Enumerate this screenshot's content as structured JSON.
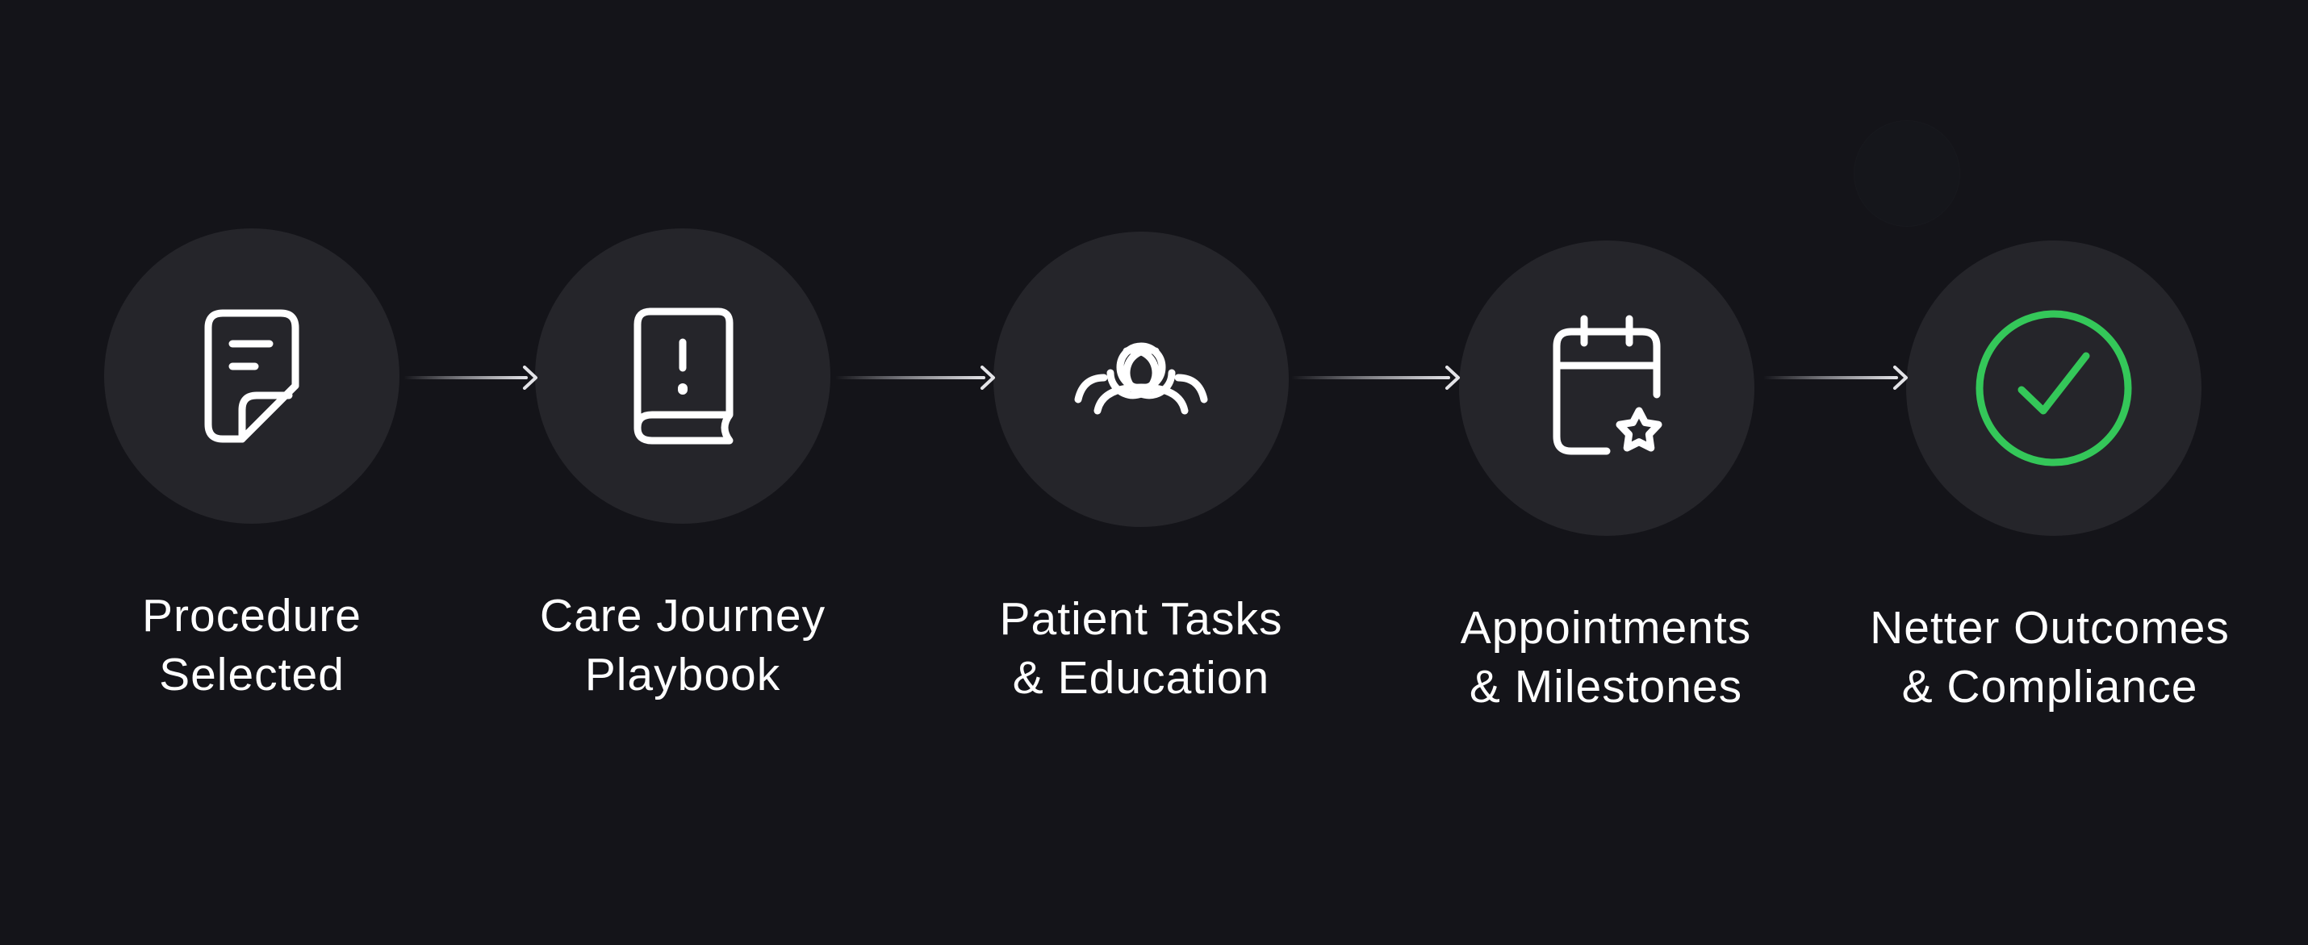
{
  "steps": [
    {
      "id": "procedure",
      "icon": "document-note-icon",
      "label_line1": "Procedure",
      "label_line2": "Selected"
    },
    {
      "id": "playbook",
      "icon": "book-alert-icon",
      "label_line1": "Care Journey",
      "label_line2": "Playbook"
    },
    {
      "id": "tasks",
      "icon": "users-group-icon",
      "label_line1": "Patient Tasks",
      "label_line2": "& Education"
    },
    {
      "id": "appointments",
      "icon": "calendar-star-icon",
      "label_line1": "Appointments",
      "label_line2": "& Milestones"
    },
    {
      "id": "outcomes",
      "icon": "check-circle-icon",
      "label_line1": "Netter Outcomes",
      "label_line2": "& Compliance"
    }
  ],
  "colors": {
    "background": "#141419",
    "circle": "#25252a",
    "icon_stroke": "#ffffff",
    "label": "#ffffff",
    "success": "#34c759",
    "connector": "#e4e4e8"
  }
}
